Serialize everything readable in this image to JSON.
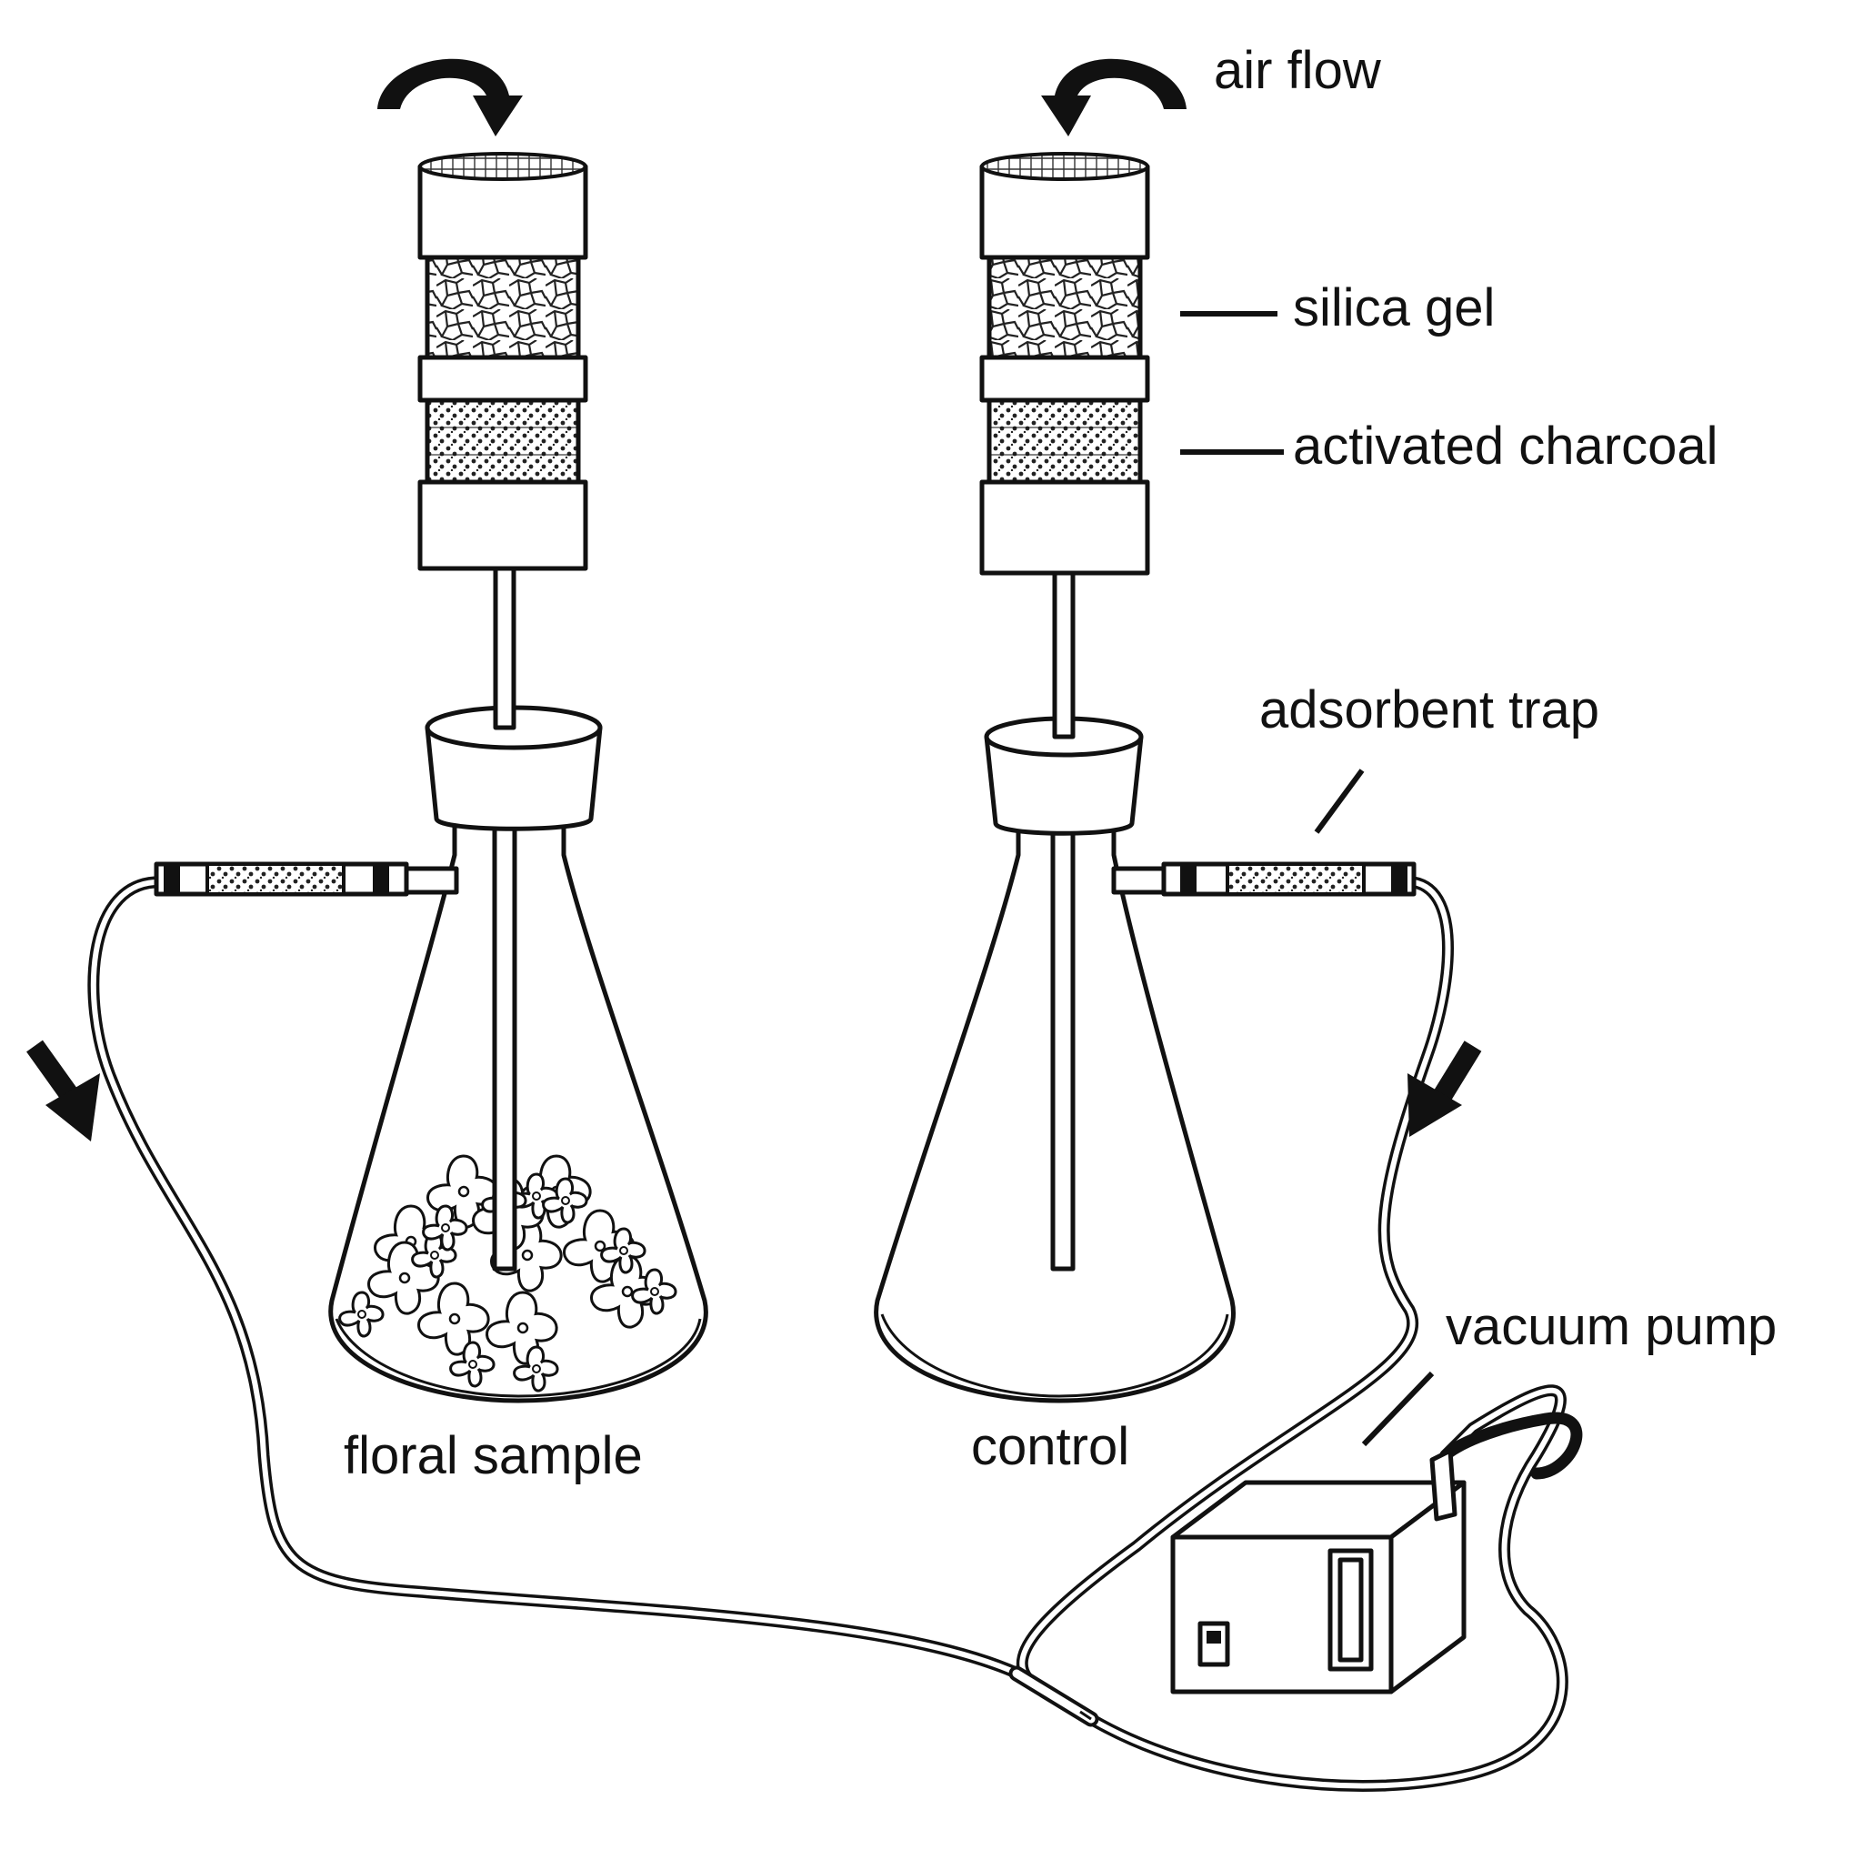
{
  "labels": {
    "air_flow": "air flow",
    "silica_gel": "silica gel",
    "activated_charcoal": "activated charcoal",
    "adsorbent_trap": "adsorbent trap",
    "vacuum_pump": "vacuum pump",
    "floral_sample": "floral sample",
    "control": "control"
  },
  "colors": {
    "ink": "#111111",
    "background": "#ffffff"
  },
  "icons": [
    "curved-arrow-icon",
    "down-arrow-icon",
    "flower-icon"
  ]
}
